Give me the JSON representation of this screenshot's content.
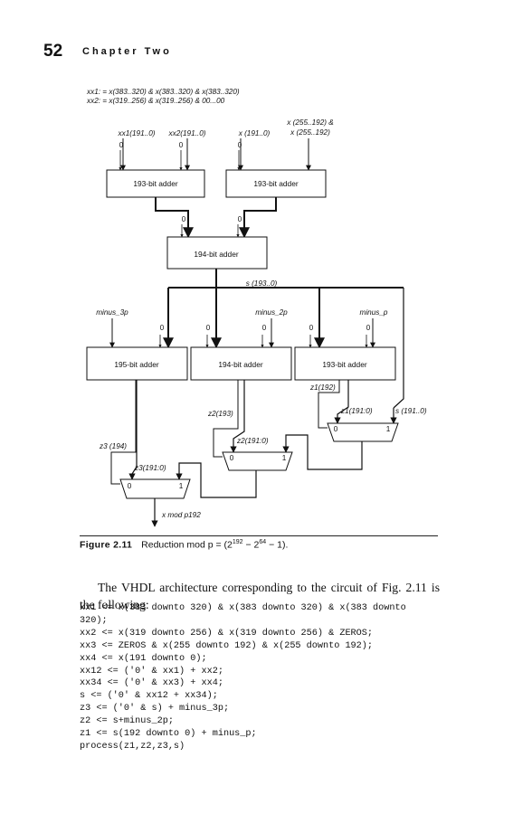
{
  "header": {
    "page_number": "52",
    "chapter": "Chapter Two"
  },
  "figure": {
    "defs": {
      "line1": "xx1: = x(383..320) & x(383..320) & x(383..320)",
      "line2": "xx2: = x(319..256) & x(319..256) & 00...00"
    },
    "inputs": {
      "xx1": "xx1(191..0)",
      "xx2": "xx2(191..0)",
      "x191": "x (191..0)",
      "x255_a": "x (255..192) &",
      "x255_b": "x (255..192)"
    },
    "carry_in": "0",
    "adders": {
      "adder_top_left": "193-bit adder",
      "adder_top_right": "193-bit adder",
      "adder_mid": "194-bit adder",
      "adder_195": "195-bit adder",
      "adder_194": "194-bit adder",
      "adder_193": "193-bit adder"
    },
    "signals": {
      "s": "s (193..0)",
      "minus_3p": "minus_3p",
      "minus_2p": "minus_2p",
      "minus_p": "minus_p",
      "z1_192": "z1(192)",
      "z1_191": "z1(191:0)",
      "s_191": "s (191..0)",
      "z2_193": "z2(193)",
      "z2_191": "z2(191:0)",
      "z3_194": "z3 (194)",
      "z3_191": "z3(191:0)",
      "output": "x mod p192"
    },
    "mux_labels": {
      "zero": "0",
      "one": "1"
    }
  },
  "caption": {
    "label": "Figure 2.11",
    "text_pre": "Reduction mod p = (2",
    "exp1": "192",
    "mid": " − 2",
    "exp2": "64",
    "text_post": " − 1)."
  },
  "paragraph": "The VHDL architecture corresponding to the circuit of Fig. 2.11 is the following:",
  "code": [
    "xx1 <= x(383 downto 320) & x(383 downto 320) & x(383 downto",
    "320);",
    "xx2 <= x(319 downto 256) & x(319 downto 256) & ZEROS;",
    "xx3 <= ZEROS & x(255 downto 192) & x(255 downto 192);",
    "xx4 <= x(191 downto 0);",
    "xx12 <= ('0' & xx1) + xx2;",
    "xx34 <= ('0' & xx3) + xx4;",
    "s <= ('0' & xx12 + xx34);",
    "z3 <= ('0' & s) + minus_3p;",
    "z2 <= s+minus_2p;",
    "z1 <= s(192 downto 0) + minus_p;",
    "process(z1,z2,z3,s)"
  ]
}
